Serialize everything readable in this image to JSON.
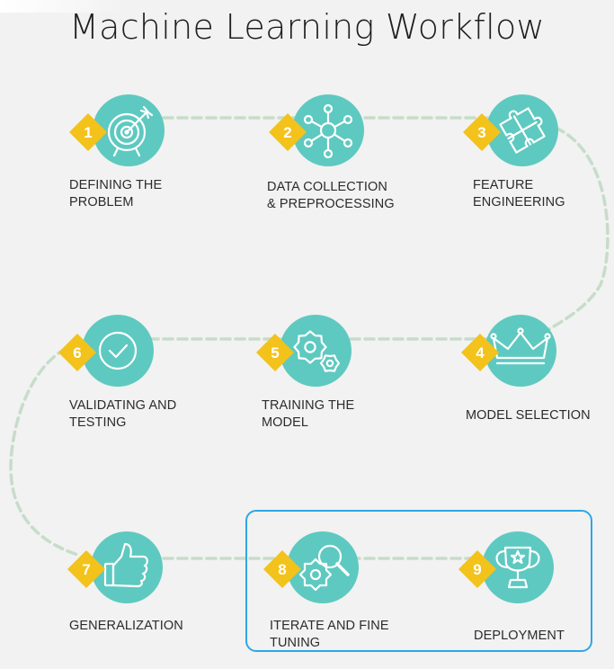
{
  "title": "Machine Learning Workflow",
  "colors": {
    "circle": "#5ec9c0",
    "icon_stroke": "#ffffff",
    "diamond": "#f3c21b",
    "connector": "#c7dcc9",
    "highlight": "#2ea6e6"
  },
  "steps": [
    {
      "number": "1",
      "label_lines": [
        "DEFINING THE",
        "PROBLEM"
      ],
      "icon": "target-icon"
    },
    {
      "number": "2",
      "label_lines": [
        "DATA COLLECTION",
        "& PREPROCESSING"
      ],
      "icon": "network-icon"
    },
    {
      "number": "3",
      "label_lines": [
        "FEATURE",
        "ENGINEERING"
      ],
      "icon": "puzzle-icon"
    },
    {
      "number": "4",
      "label_lines": [
        "MODEL SELECTION"
      ],
      "icon": "crown-icon"
    },
    {
      "number": "5",
      "label_lines": [
        "TRAINING THE",
        "MODEL"
      ],
      "icon": "gears-icon"
    },
    {
      "number": "6",
      "label_lines": [
        "VALIDATING AND",
        "TESTING"
      ],
      "icon": "checkmark-icon"
    },
    {
      "number": "7",
      "label_lines": [
        "GENERALIZATION"
      ],
      "icon": "thumbs-up-icon"
    },
    {
      "number": "8",
      "label_lines": [
        "ITERATE AND FINE",
        "TUNING"
      ],
      "icon": "gear-magnifier-icon"
    },
    {
      "number": "9",
      "label_lines": [
        "DEPLOYMENT"
      ],
      "icon": "trophy-icon"
    }
  ]
}
